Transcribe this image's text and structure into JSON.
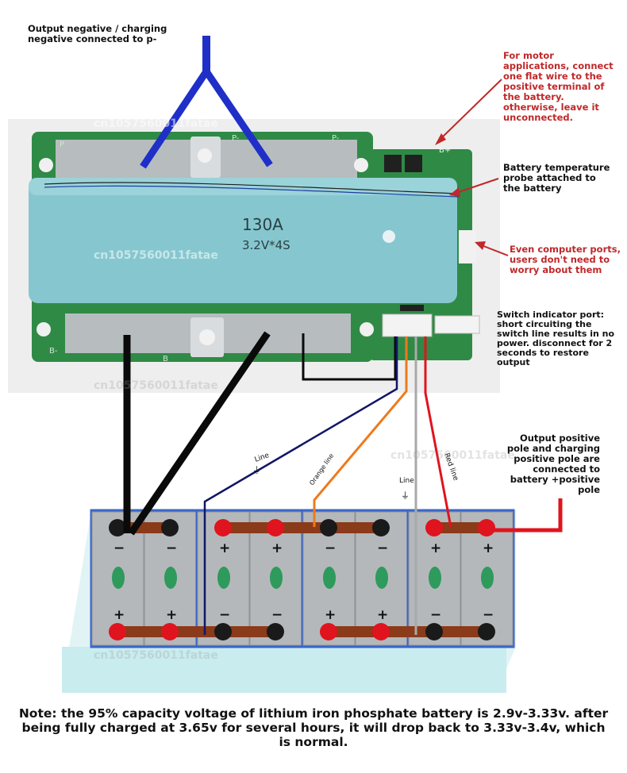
{
  "labels": {
    "output_negative": "Output negative / charging negative connected to p-",
    "motor_note": "For motor applications, connect one flat wire to the positive terminal of the battery. otherwise, leave it unconnected.",
    "temp_probe": "Battery temperature probe attached to the battery",
    "computer_ports": "Even computer ports, users don't need to worry about them",
    "switch_port": "Switch indicator port: short circuiting the switch line results in no power. disconnect for 2 seconds to restore output",
    "output_positive": "Output positive pole and charging positive pole are connected to battery +positive pole"
  },
  "wire_labels": {
    "line_a": "Line",
    "orange": "Orange line",
    "line_b": "Line",
    "red": "Red line"
  },
  "board": {
    "rating": "130A",
    "spec": "3.2V*4S",
    "p_minus": "P-",
    "b_minus": "B-",
    "b_plus": "B+"
  },
  "terminal_signs": {
    "top": [
      "−",
      "−",
      "+",
      "+",
      "−",
      "−",
      "+",
      "+"
    ],
    "bottom": [
      "+",
      "+",
      "−",
      "−",
      "+",
      "+",
      "−",
      "−"
    ]
  },
  "watermark": "cn1057560011fatae",
  "note": "Note: the 95% capacity voltage of lithium iron phosphate battery is 2.9v-3.33v. after being fully charged at 3.65v for several hours, it will drop back to 3.33v-3.4v, which is normal.",
  "colors": {
    "pcb": "#2f8a46",
    "cover": "#86c7cf",
    "cell": "#b4b8bb",
    "busbar": "#8b3a1a",
    "frame": "#3a66c8",
    "wire_blue": "#1f2fc8",
    "wire_black": "#0a0a0a",
    "wire_navy": "#101766",
    "wire_orange": "#ee7a1c",
    "wire_gray": "#a9a9a9",
    "wire_red": "#e0141e",
    "annotation_red": "#c0282a"
  }
}
